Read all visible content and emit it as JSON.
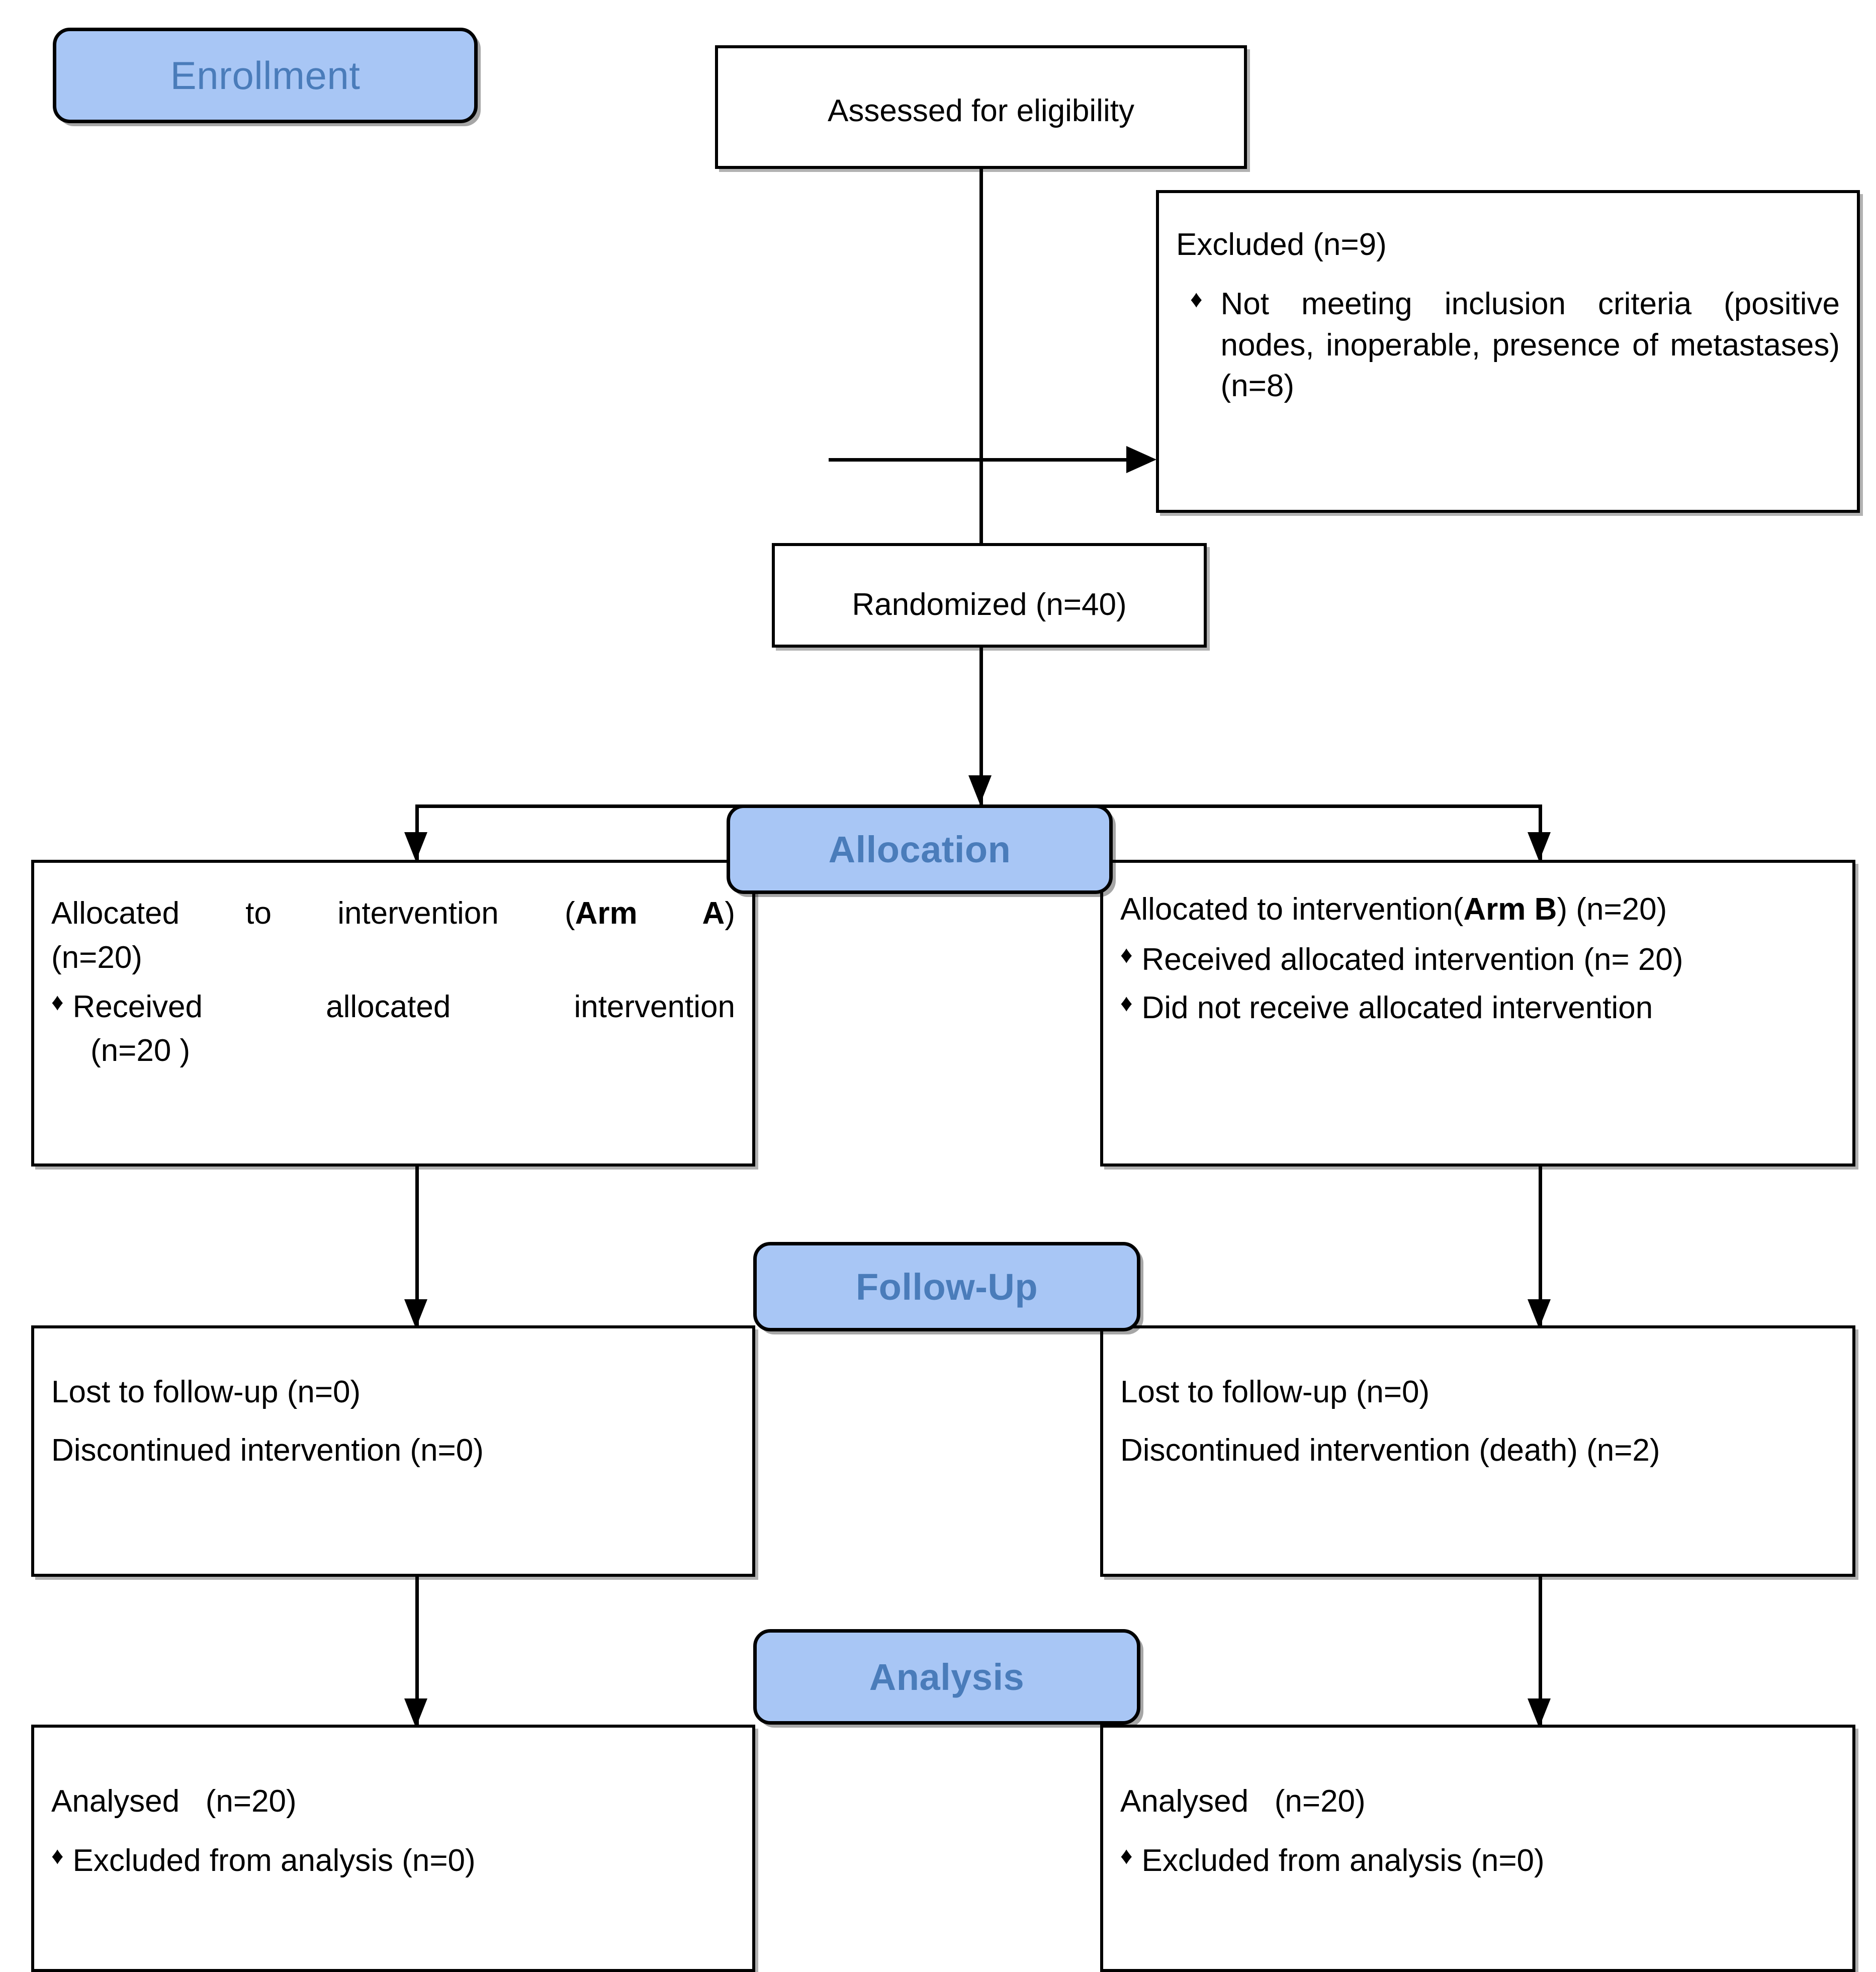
{
  "diagram": {
    "title": "CONSORT participant flow diagram",
    "accent_fill": "#a8c6f5",
    "accent_text": "#4a7cba",
    "border_color": "#000000"
  },
  "stages": {
    "enrollment": "Enrollment",
    "allocation": "Allocation",
    "followup": "Follow-Up",
    "analysis": "Analysis"
  },
  "enrollment_stage": {
    "assessed": "Assessed for eligibility",
    "excluded_heading": "Excluded (n=9)",
    "excluded_bullet_mark": "♦",
    "excluded_bullet": "Not meeting inclusion criteria (positive nodes, inoperable, presence of metastases) (n=8)",
    "randomized": "Randomized (n=40)"
  },
  "allocation_stage": {
    "left": {
      "heading_pre": "Allocated to intervention (",
      "heading_arm": "Arm A",
      "heading_post": ")",
      "heading_n": "(n=20)",
      "bullet_mark": "♦",
      "bullet_text": "Received allocated intervention",
      "bullet_n": "(n=20 )"
    },
    "right": {
      "heading_pre": "Allocated to intervention(",
      "heading_arm": "Arm B",
      "heading_post": ") (n=20)",
      "bullets": [
        {
          "mark": "♦",
          "text": "Received allocated intervention (n= 20)"
        },
        {
          "mark": "♦",
          "text": "Did not receive allocated intervention"
        }
      ]
    }
  },
  "followup_stage": {
    "left": {
      "line1": "Lost to follow-up (n=0)",
      "line2": "Discontinued intervention (n=0)"
    },
    "right": {
      "line1": "Lost to follow-up (n=0)",
      "line2": "Discontinued intervention (death) (n=2)"
    }
  },
  "analysis_stage": {
    "left": {
      "heading": "Analysed   (n=20)",
      "bullet_mark": "♦",
      "bullet_text": "Excluded from analysis (n=0)"
    },
    "right": {
      "heading": "Analysed   (n=20)",
      "bullet_mark": "♦",
      "bullet_text": "Excluded from analysis (n=0)"
    }
  }
}
